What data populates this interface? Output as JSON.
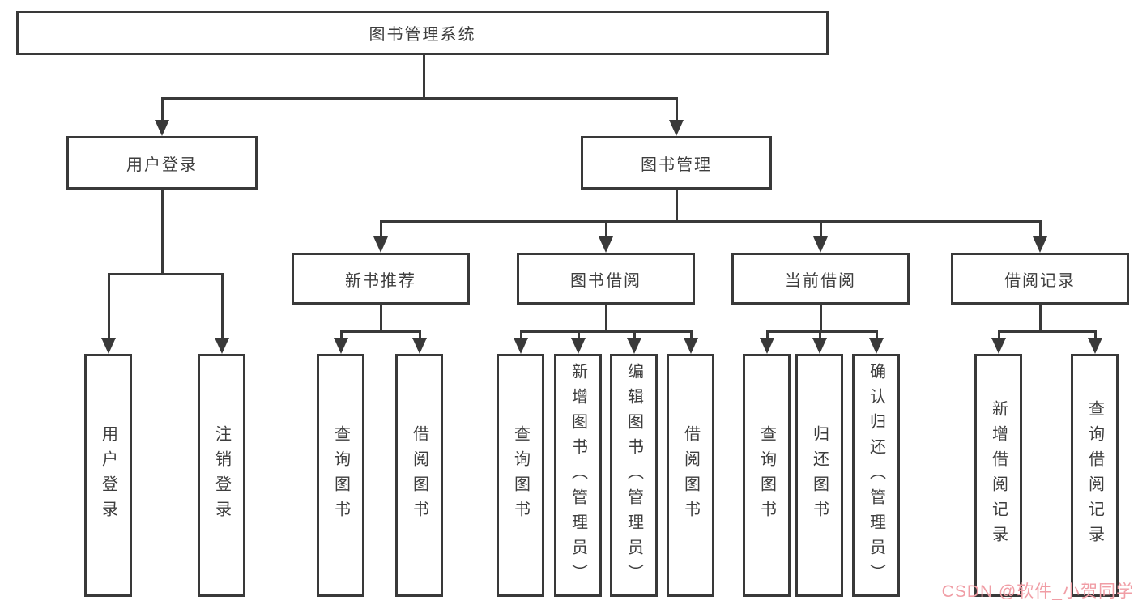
{
  "diagram": {
    "root": {
      "label": "图书管理系统"
    },
    "level2": [
      {
        "label": "用户登录"
      },
      {
        "label": "图书管理"
      }
    ],
    "level3": [
      {
        "label": "新书推荐"
      },
      {
        "label": "图书借阅"
      },
      {
        "label": "当前借阅"
      },
      {
        "label": "借阅记录"
      }
    ],
    "leaves": [
      {
        "label": "用户登录"
      },
      {
        "label": "注销登录"
      },
      {
        "label": "查询图书"
      },
      {
        "label": "借阅图书"
      },
      {
        "label": "查询图书"
      },
      {
        "label": "新增图书（管理员）"
      },
      {
        "label": "编辑图书（管理员）"
      },
      {
        "label": "借阅图书"
      },
      {
        "label": "查询图书"
      },
      {
        "label": "归还图书"
      },
      {
        "label": "确认归还（管理员）"
      },
      {
        "label": "新增借阅记录"
      },
      {
        "label": "查询借阅记录"
      }
    ],
    "colors": {
      "line": "#393939",
      "text": "#3d3d3d",
      "background": "#ffffff"
    }
  },
  "watermark": {
    "text": "CSDN @软件_小贺同学",
    "color": "#f09da5"
  }
}
